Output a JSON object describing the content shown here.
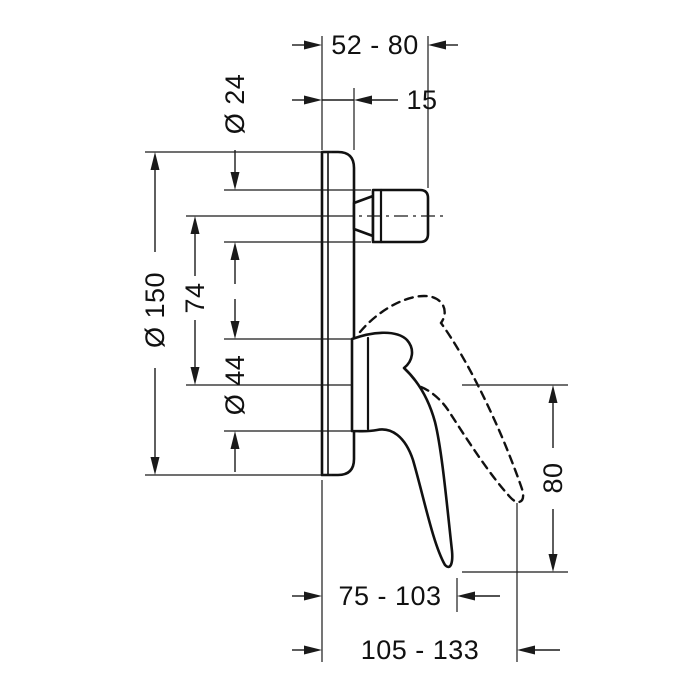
{
  "colors": {
    "line": "#1a1a1a",
    "background": "#ffffff"
  },
  "dims": {
    "top_range": "52 - 80",
    "spout_diameter": "Ø 24",
    "plate_depth": "15",
    "plate_diameter": "Ø 150",
    "spout_to_handle": "74",
    "handle_hub_diameter": "Ø 44",
    "handle_drop": "80",
    "reach_min_range": "75 - 103",
    "reach_max_range": "105 - 133"
  }
}
